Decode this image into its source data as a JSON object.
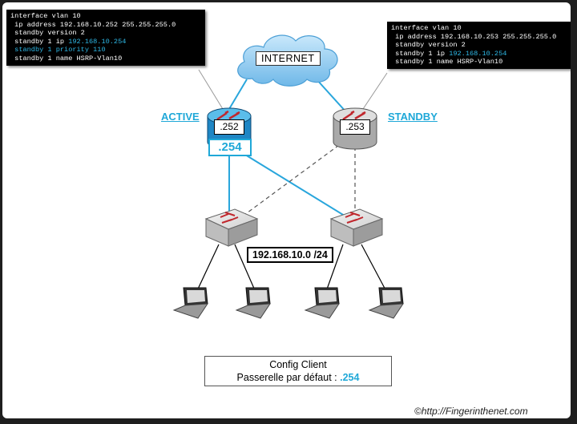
{
  "config_active": {
    "lines": [
      {
        "text": "interface vlan 10",
        "highlight": false
      },
      {
        "text": " ip address 192.168.10.252 255.255.255.0",
        "highlight": false
      },
      {
        "text": " standby version 2",
        "highlight": false
      },
      {
        "text": " standby 1 ip ",
        "highlight": false,
        "suffix": "192.168.10.254"
      },
      {
        "text": " standby 1 priority 110",
        "highlight": true
      },
      {
        "text": " standby 1 name HSRP-Vlan10",
        "highlight": false
      }
    ]
  },
  "config_standby": {
    "lines": [
      {
        "text": "interface vlan 10",
        "highlight": false
      },
      {
        "text": " ip address 192.168.10.253 255.255.255.0",
        "highlight": false
      },
      {
        "text": " standby version 2",
        "highlight": false
      },
      {
        "text": " standby 1 ip ",
        "highlight": false,
        "suffix": "192.168.10.254"
      },
      {
        "text": " standby 1 name HSRP-Vlan10",
        "highlight": false
      }
    ]
  },
  "internet_label": "INTERNET",
  "active_label": "ACTIVE",
  "standby_label": "STANDBY",
  "router_active_ip": ".252",
  "router_standby_ip": ".253",
  "virtual_ip": ".254",
  "network_label": "192.168.10.0 /24",
  "client": {
    "title": "Config Client",
    "gateway_prefix": "Passerelle par défaut : ",
    "gateway_value": ".254"
  },
  "credit": "©http://Fingerinthenet.com",
  "colors": {
    "accent": "#1fa8d8",
    "router_active": "#2e9fd6",
    "router_standby": "#b0b0b0",
    "arrow": "#c0272d",
    "cloud": "#8fcbef"
  }
}
